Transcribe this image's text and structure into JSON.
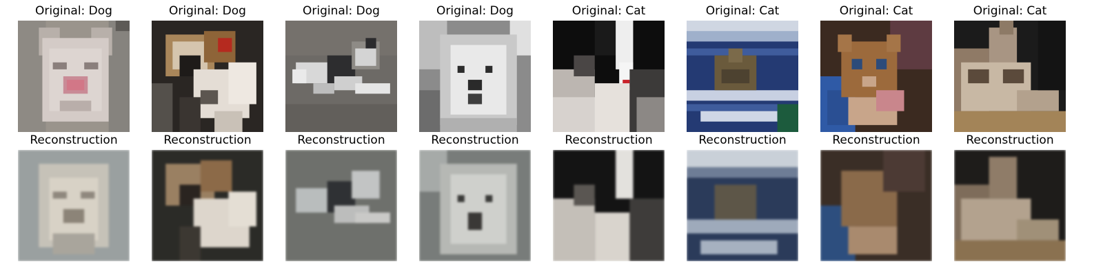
{
  "figure": {
    "rows": [
      {
        "row": "original",
        "panels": [
          {
            "title": "Original: Dog",
            "subject": "pale dog face",
            "palette": [
              "#9a948c",
              "#c2bdb8",
              "#d4cbc7",
              "#c98b96",
              "#8a8781"
            ]
          },
          {
            "title": "Original: Dog",
            "subject": "brown and white dog on dark background",
            "palette": [
              "#2a2623",
              "#e4ddd5",
              "#8e6438",
              "#b52a1f",
              "#5c5650"
            ]
          },
          {
            "title": "Original: Dog",
            "subject": "black and white dog lying on gray ground",
            "palette": [
              "#6d6a66",
              "#d8d8d8",
              "#2d2d2f",
              "#8e8b86",
              "#4f4c48"
            ]
          },
          {
            "title": "Original: Dog",
            "subject": "white fluffy dog face in grayscale",
            "palette": [
              "#8b8b8b",
              "#e9e9e9",
              "#c9c9c9",
              "#2c2c2c",
              "#6c6c6c"
            ]
          },
          {
            "title": "Original: Cat",
            "subject": "black and white cat",
            "palette": [
              "#0d0d0d",
              "#eeeeee",
              "#c8c2bd",
              "#c9232a",
              "#3c3a39"
            ]
          },
          {
            "title": "Original: Cat",
            "subject": "cat on blue fabric with water",
            "palette": [
              "#243a73",
              "#cfd6e2",
              "#6a5a3c",
              "#3f5c9c",
              "#1c5b3d"
            ]
          },
          {
            "title": "Original: Cat",
            "subject": "tabby kitten on blue cloth",
            "palette": [
              "#3b2a20",
              "#9c6a3c",
              "#2f5aa6",
              "#c8a58a",
              "#c9868c"
            ]
          },
          {
            "title": "Original: Cat",
            "subject": "tabby cat lying down",
            "palette": [
              "#1b1b1b",
              "#8f7a66",
              "#c8b8a4",
              "#5b4a3b",
              "#a38458"
            ]
          }
        ]
      },
      {
        "row": "reconstruction",
        "panels": [
          {
            "title": "Reconstruction"
          },
          {
            "title": "Reconstruction"
          },
          {
            "title": "Reconstruction"
          },
          {
            "title": "Reconstruction"
          },
          {
            "title": "Reconstruction"
          },
          {
            "title": "Reconstruction"
          },
          {
            "title": "Reconstruction"
          },
          {
            "title": "Reconstruction"
          }
        ]
      }
    ]
  }
}
